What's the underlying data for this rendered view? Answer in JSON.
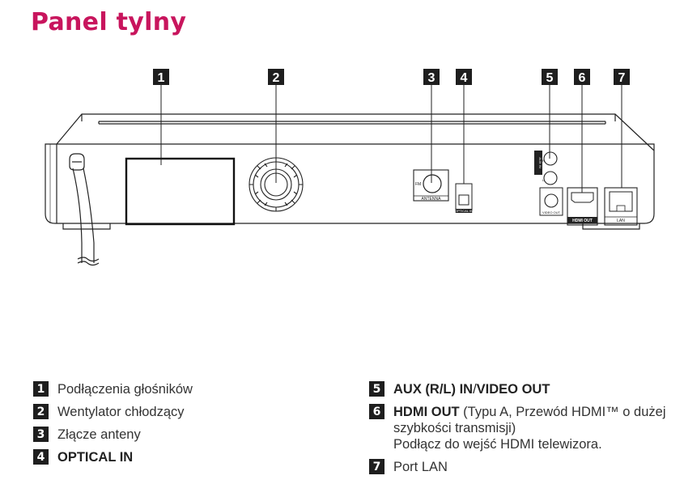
{
  "title": "Panel tylny",
  "callouts": [
    "1",
    "2",
    "3",
    "4",
    "5",
    "6",
    "7"
  ],
  "panel_labels": {
    "fm": "FM",
    "antenna": "ANTENNA",
    "optical": "OPTICAL IN",
    "aux_in": "AUX IN",
    "r": "R",
    "l": "L",
    "video_out": "VIDEO OUT",
    "hdmi_out": "HDMI OUT",
    "lan": "LAN"
  },
  "legend": [
    {
      "num": "1",
      "text": "Podłączenia głośników"
    },
    {
      "num": "2",
      "text": "Wentylator chłodzący"
    },
    {
      "num": "3",
      "text": "Złącze anteny"
    },
    {
      "num": "4",
      "bold": "OPTICAL IN"
    },
    {
      "num": "5",
      "bold": "AUX (R/L) IN",
      "plain": "/",
      "bold2": "VIDEO OUT"
    },
    {
      "num": "6",
      "bold": "HDMI OUT",
      "text": " (Typu A, Przewód HDMI™ o dużej szybkości transmisji)",
      "line2": "Podłącz do wejść HDMI telewizora."
    },
    {
      "num": "7",
      "text": "Port LAN"
    }
  ]
}
